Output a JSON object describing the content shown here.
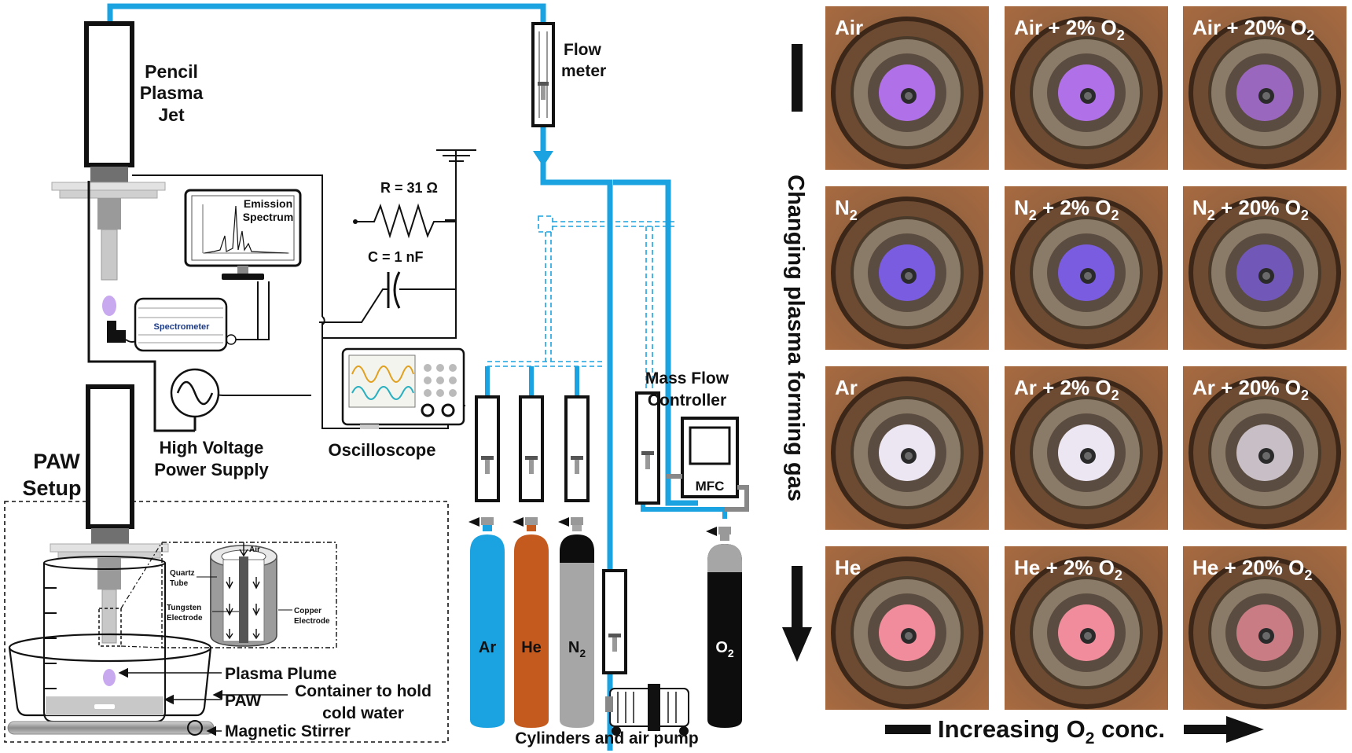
{
  "setup": {
    "pencil_jet": [
      "Pencil",
      "Plasma",
      "Jet"
    ],
    "flow_meter": [
      "Flow",
      "meter"
    ],
    "emission_spectrum": [
      "Emission",
      "Spectrum"
    ],
    "spectrometer": "Spectrometer",
    "resistor": "R = 31 Ω",
    "capacitor": "C = 1 nF",
    "hv_supply": [
      "High Voltage",
      "Power Supply"
    ],
    "oscilloscope": "Oscilloscope",
    "mass_flow_controller": [
      "Mass Flow",
      "Controller"
    ],
    "mfc": "MFC",
    "paw_setup": [
      "PAW",
      "Setup"
    ],
    "air": "Air",
    "quartz_tube": [
      "Quartz",
      "Tube"
    ],
    "tungsten_electrode": [
      "Tungsten",
      "Electrode"
    ],
    "copper_electrode": [
      "Copper",
      "Electrode"
    ],
    "plasma_plume": "Plasma Plume",
    "paw": "PAW",
    "container": [
      "Container to hold",
      "cold water"
    ],
    "magnetic_stirrer": "Magnetic Stirrer",
    "cylinders_caption": "Cylinders and air pump",
    "cylinders": [
      {
        "label": "Ar",
        "sub": "",
        "color": "#1aa3e0"
      },
      {
        "label": "He",
        "sub": "",
        "color": "#c55a1e"
      },
      {
        "label": "N",
        "sub": "2",
        "color": "#a6a6a6"
      },
      {
        "label": "O",
        "sub": "2",
        "color": "#0d0d0d"
      }
    ]
  },
  "grid": {
    "rows": [
      {
        "base": "Air",
        "sub": "",
        "plume": "#b070e8"
      },
      {
        "base": "N",
        "sub": "2",
        "plume": "#7a5ce0"
      },
      {
        "base": "Ar",
        "sub": "",
        "plume": "#ece6f2"
      },
      {
        "base": "He",
        "sub": "",
        "plume": "#f08c9c"
      }
    ],
    "columns": [
      {
        "suffix": ""
      },
      {
        "suffix": " + 2% O"
      },
      {
        "suffix": " + 20% O"
      }
    ],
    "vertical_label": "Changing plasma forming gas",
    "horizontal_label": {
      "text": "Increasing O",
      "sub": "2",
      "after": " conc."
    }
  }
}
